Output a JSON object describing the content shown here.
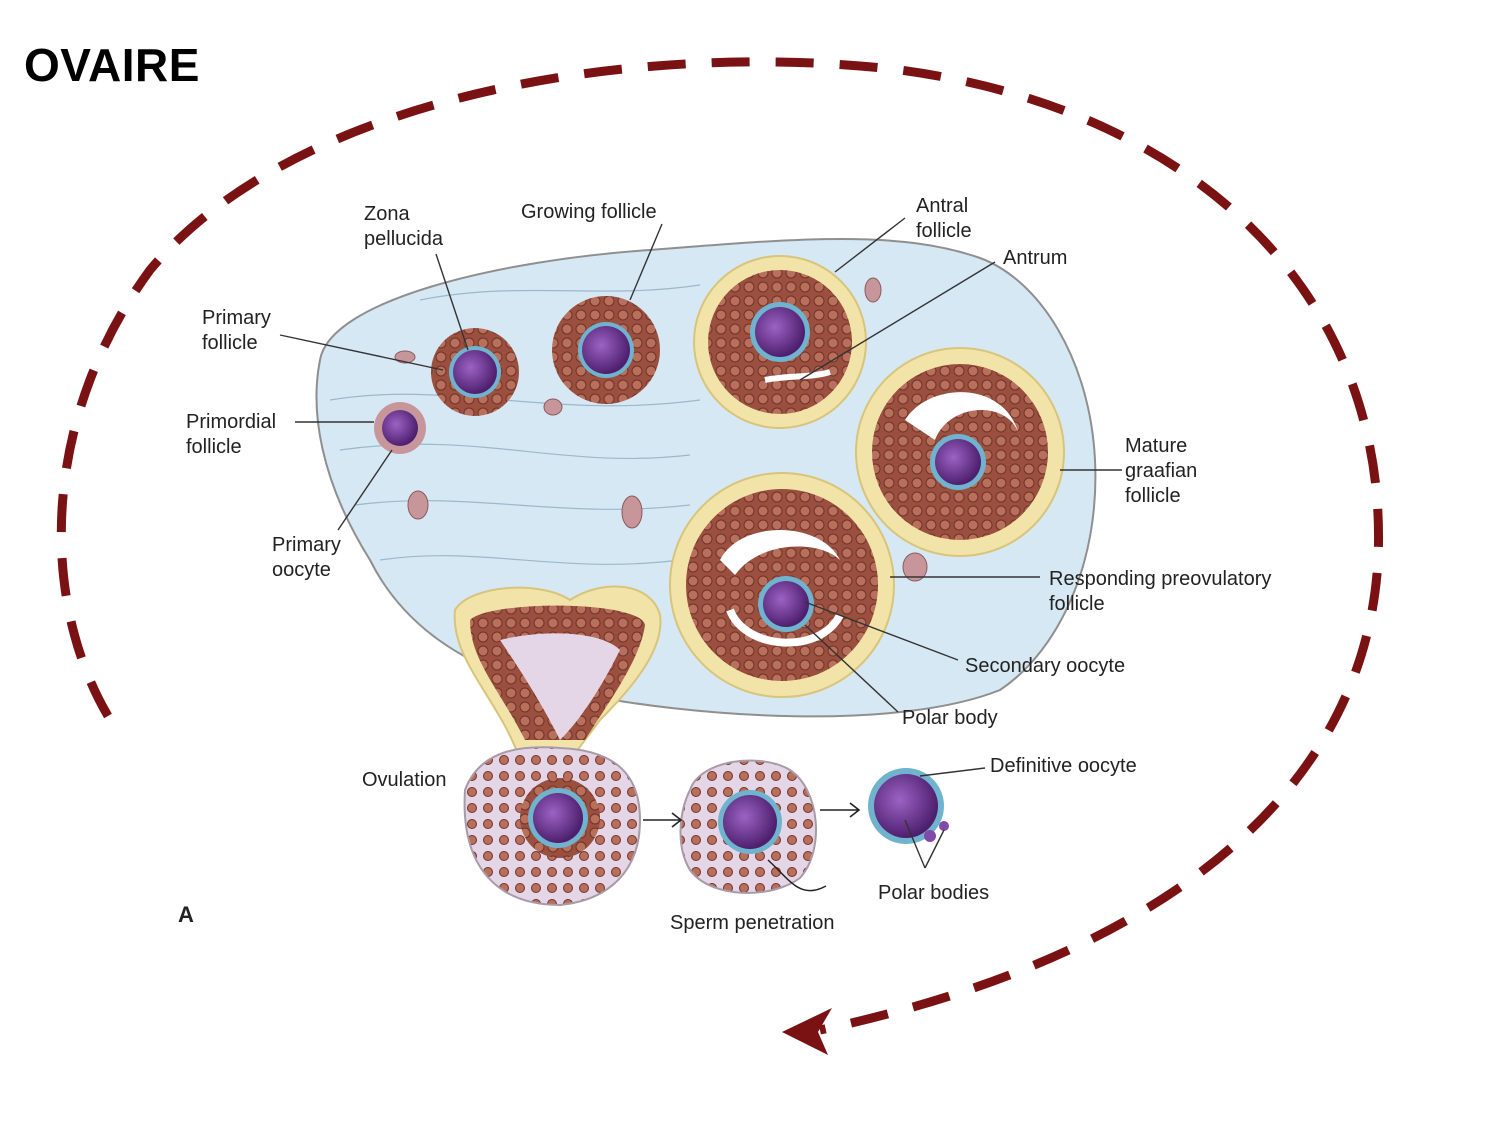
{
  "title": "OVAIRE",
  "panel_letter": "A",
  "labels": {
    "zona_pellucida": [
      "Zona",
      "pellucida"
    ],
    "growing_follicle": [
      "Growing follicle"
    ],
    "antral_follicle": [
      "Antral",
      "follicle"
    ],
    "antrum": [
      "Antrum"
    ],
    "primary_follicle": [
      "Primary",
      "follicle"
    ],
    "primordial_follicle": [
      "Primordial",
      "follicle"
    ],
    "primary_oocyte": [
      "Primary",
      "oocyte"
    ],
    "mature_graafian_follicle": [
      "Mature",
      "graafian",
      "follicle"
    ],
    "responding_preovulatory_follicle": [
      "Responding preovulatory",
      "follicle"
    ],
    "secondary_oocyte": [
      "Secondary oocyte"
    ],
    "polar_body": [
      "Polar body"
    ],
    "ovulation": [
      "Ovulation"
    ],
    "definitive_oocyte": [
      "Definitive oocyte"
    ],
    "polar_bodies": [
      "Polar bodies"
    ],
    "sperm_penetration": [
      "Sperm penetration"
    ]
  },
  "colors": {
    "cycle_arrow": "#7a1214",
    "ovary_fill": "#d6e8f4",
    "granulosa": "#9a4f3f",
    "theca": "#f2e3a8",
    "oocyte": "#6a2f8e",
    "zona": "#6fb3cf"
  }
}
